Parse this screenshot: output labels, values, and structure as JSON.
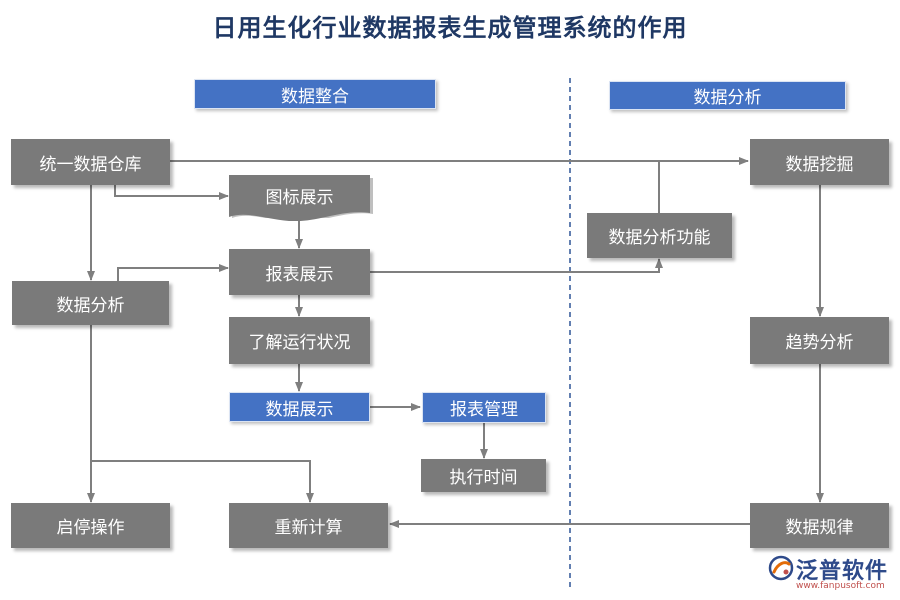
{
  "title": "日用生化行业数据报表生成管理系统的作用",
  "sections": {
    "left_header": "数据整合",
    "right_header": "数据分析"
  },
  "nodes": {
    "unified_warehouse": "统一数据仓库",
    "chart_display": "图标展示",
    "report_display": "报表展示",
    "data_analysis": "数据分析",
    "understand_status": "了解运行状况",
    "data_display": "数据展示",
    "report_management": "报表管理",
    "execution_time": "执行时间",
    "start_stop": "启停操作",
    "recalculate": "重新计算",
    "analysis_function": "数据分析功能",
    "data_mining": "数据挖掘",
    "trend_analysis": "趋势分析",
    "data_patterns": "数据规律"
  },
  "brand": {
    "name": "泛普软件",
    "url": "www.fanpusoft.com"
  }
}
